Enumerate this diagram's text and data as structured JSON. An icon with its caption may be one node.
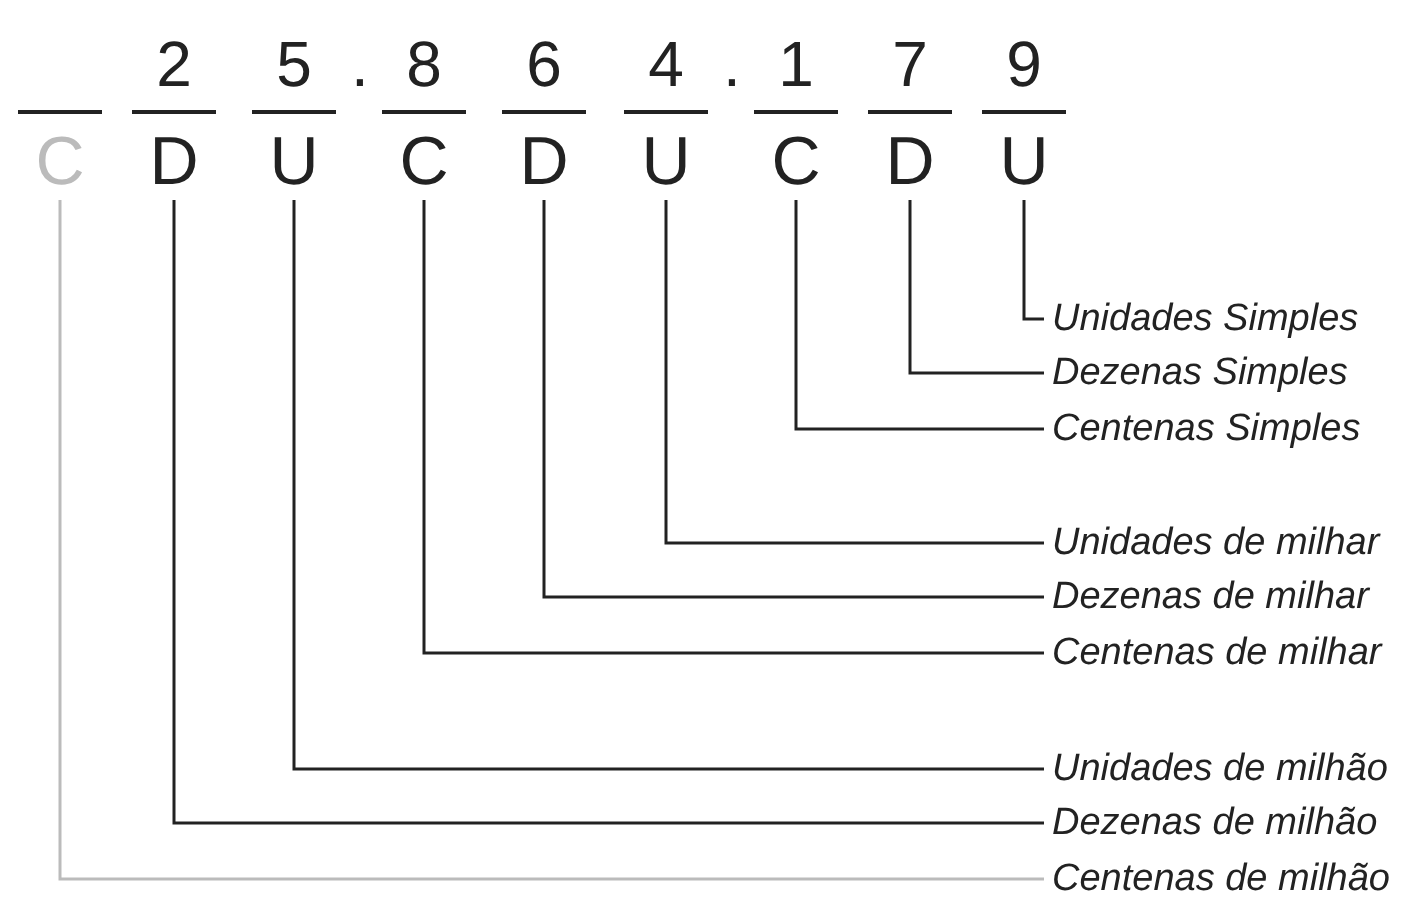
{
  "diagram": {
    "nodes": [
      {
        "text": [
          "C"
        ]
      },
      {
        "text": [
          "D"
        ]
      },
      {
        "text": [
          "U"
        ]
      },
      {
        "text": [
          "C"
        ]
      },
      {
        "text": [
          "D"
        ]
      },
      {
        "text": [
          "U"
        ]
      },
      {
        "text": [
          "C"
        ]
      },
      {
        "text": [
          "D"
        ]
      },
      {
        "text": [
          "U"
        ]
      },
      {
        "text": [
          "Unidades Simples"
        ]
      },
      {
        "text": [
          "Dezenas Simples"
        ]
      },
      {
        "text": [
          "Centenas Simples"
        ]
      },
      {
        "text": [
          "Unidades de milhar"
        ]
      },
      {
        "text": [
          "Dezenas de milhar"
        ]
      },
      {
        "text": [
          "Centenas de milhar"
        ]
      },
      {
        "text": [
          "Unidades de milhão"
        ]
      },
      {
        "text": [
          "Dezenas de milhão"
        ]
      },
      {
        "text": [
          "Centenas de milhão"
        ]
      }
    ],
    "edges": [
      {
        "from": 9,
        "to": 8,
        "arrow": "none"
      },
      {
        "from": 10,
        "to": 7,
        "arrow": "none"
      },
      {
        "from": 11,
        "to": 6,
        "arrow": "none"
      },
      {
        "from": 12,
        "to": 5,
        "arrow": "none"
      },
      {
        "from": 13,
        "to": 4,
        "arrow": "none"
      },
      {
        "from": 14,
        "to": 3,
        "arrow": "none"
      },
      {
        "from": 15,
        "to": 2,
        "arrow": "none"
      },
      {
        "from": 16,
        "to": 1,
        "arrow": "none"
      },
      {
        "from": 17,
        "to": 0,
        "arrow": "none",
        "color": "#bbbbbb"
      }
    ],
    "labels": [
      "2",
      "5",
      ".",
      "8",
      "6",
      "4",
      ".",
      "1",
      "7",
      "9"
    ]
  }
}
